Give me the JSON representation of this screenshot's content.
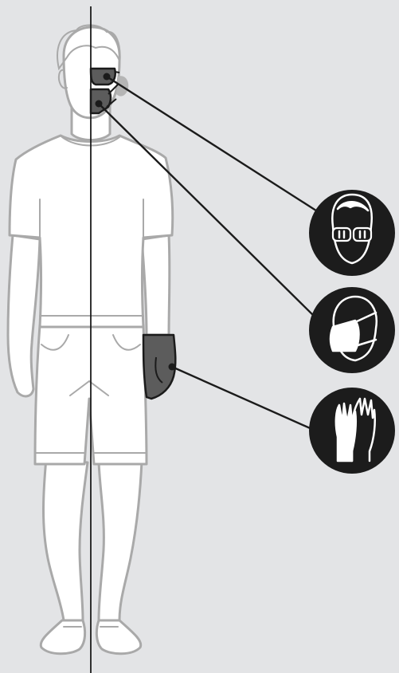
{
  "colors": {
    "background": "#e3e4e6",
    "figure_outline": "#a9a9a9",
    "figure_fill": "#ffffff",
    "ppe_item": "#5c5c5c",
    "badge": "#1c1c1c",
    "leader_line": "#1b1b1b"
  },
  "figure": "standing-person",
  "ppe_items": [
    {
      "item": "safety-glasses",
      "icon": "safety-glasses-icon"
    },
    {
      "item": "face-mask",
      "icon": "face-mask-icon"
    },
    {
      "item": "protective-gloves",
      "icon": "gloves-icon"
    }
  ]
}
